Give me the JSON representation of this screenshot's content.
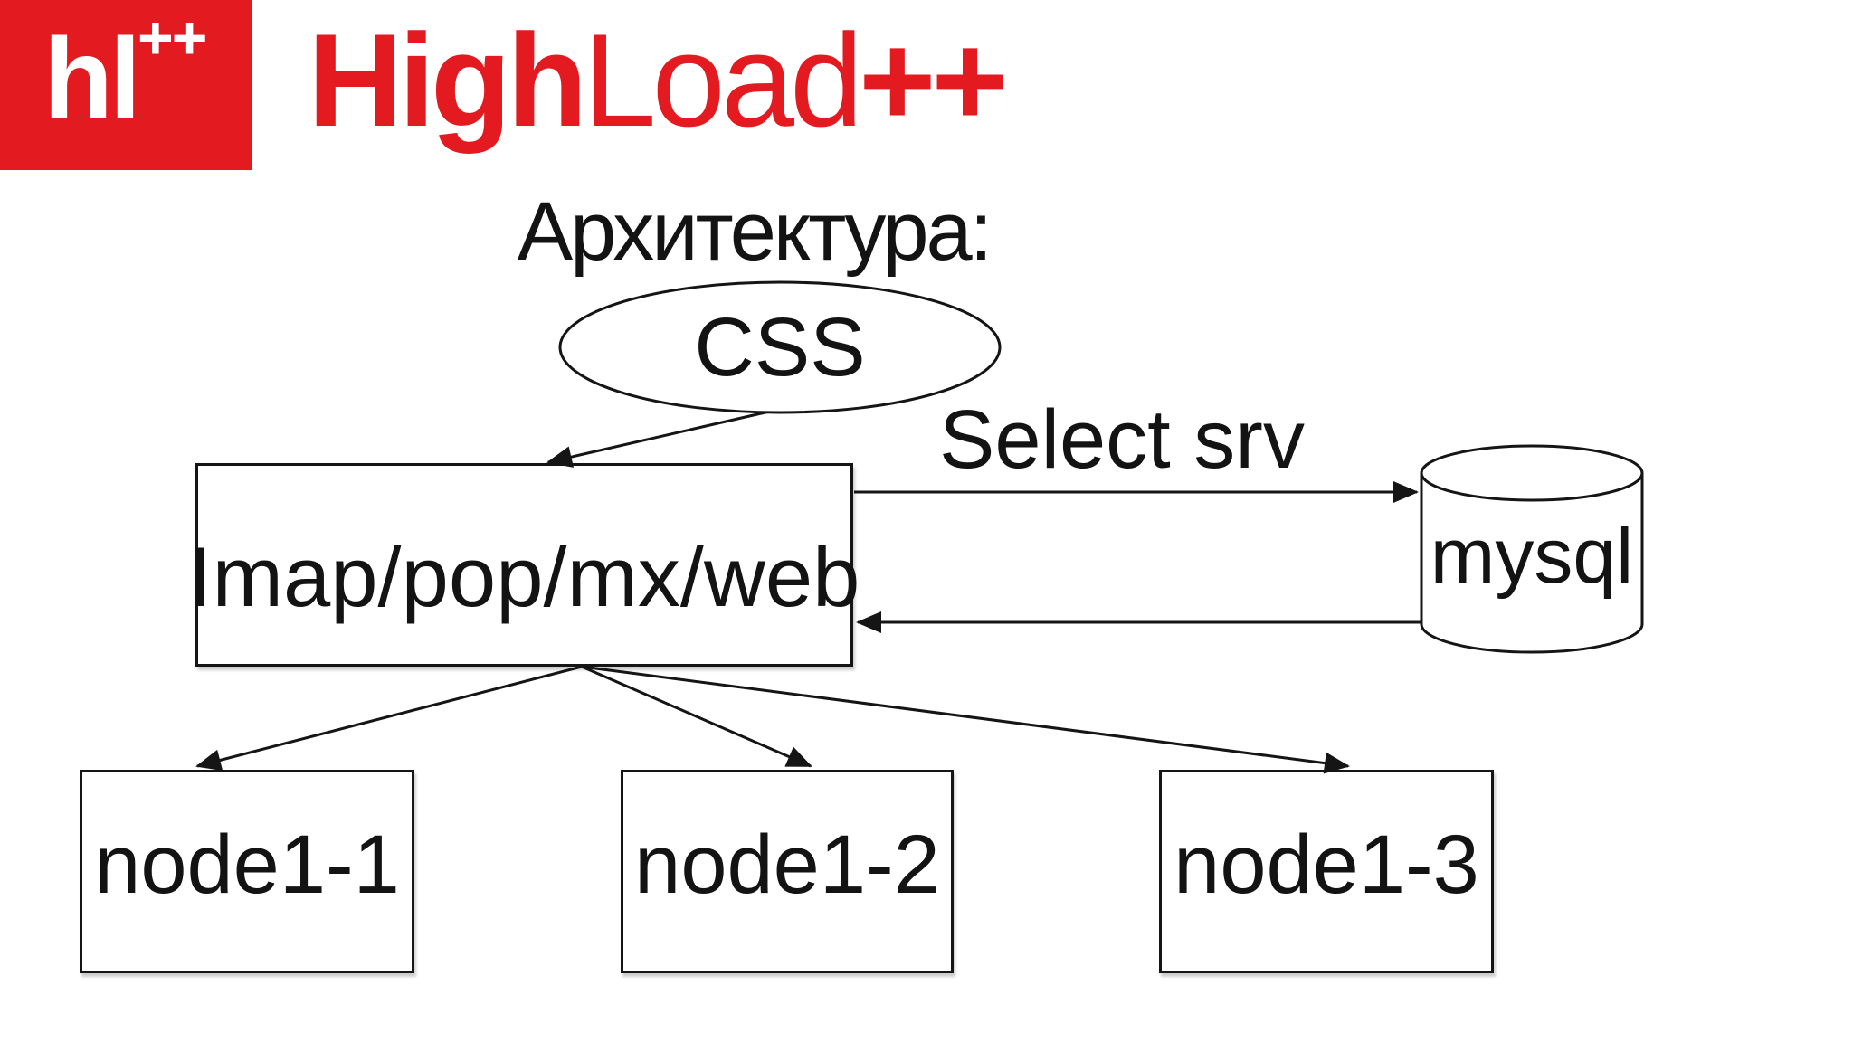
{
  "brand": {
    "logo_square_text": "hl",
    "logo_square_plus": "++",
    "wordmark_high": "High",
    "wordmark_load": "Load",
    "wordmark_plus": "++",
    "accent_color": "#e31a20"
  },
  "slide": {
    "title": "Архитектура:"
  },
  "diagram": {
    "line_color": "#151515",
    "css_node_label": "CSS",
    "frontend_node_label": "Imap/pop/mx/web",
    "select_arrow_label": "Select srv",
    "db_node_label": "mysql",
    "nodes": [
      "node1-1",
      "node1-2",
      "node1-3"
    ]
  }
}
